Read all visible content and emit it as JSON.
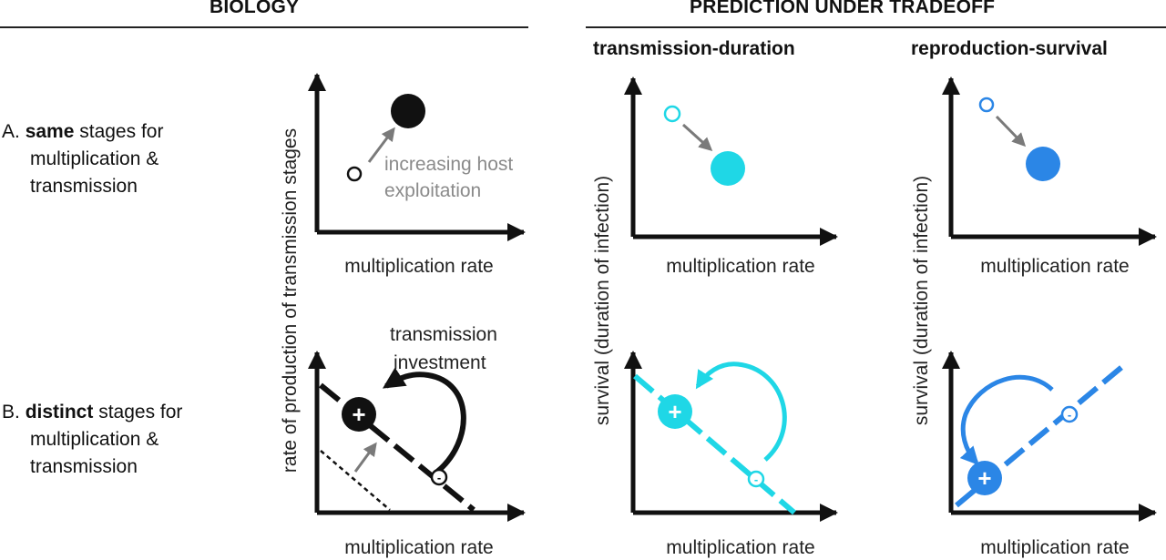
{
  "headers": {
    "biology": "BIOLOGY",
    "prediction": "PREDICTION UNDER TRADEOFF"
  },
  "subheaders": {
    "transmission_duration": "transmission-duration",
    "reproduction_survival": "reproduction-survival"
  },
  "rows": {
    "a": {
      "prefix": "A.",
      "bold": "same",
      "line1_rest": " stages for",
      "line2": "multiplication &",
      "line3": "transmission"
    },
    "b": {
      "prefix": "B.",
      "bold": "distinct",
      "line1_rest": " stages for",
      "line2": "multiplication &",
      "line3": "transmission"
    }
  },
  "axes": {
    "x_label": "multiplication rate",
    "y_label_biology": "rate of production of transmission stages",
    "y_label_prediction": "survival (duration of infection)"
  },
  "annotations": {
    "increasing_line1": "increasing host",
    "increasing_line2": "exploitation",
    "transmission_line1": "transmission",
    "transmission_line2": "investment",
    "plus": "+",
    "minus": "-"
  },
  "colors": {
    "black": "#111111",
    "cyan": "#1fd7e6",
    "blue": "#2b86e6",
    "gray": "#7a7a7a"
  }
}
